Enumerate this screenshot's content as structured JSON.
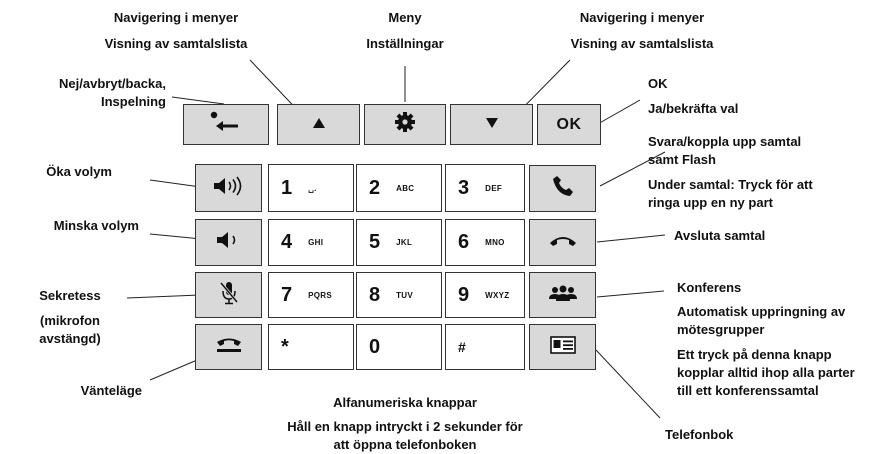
{
  "labels": {
    "nav_left_1": "Navigering i menyer",
    "nav_left_2": "Visning av samtalslista",
    "menu_1": "Meny",
    "menu_2": "Inställningar",
    "nav_right_1": "Navigering i menyer",
    "nav_right_2": "Visning av samtalslista",
    "back_1": "Nej/avbryt/backa,",
    "back_2": "Inspelning",
    "ok_1": "OK",
    "ok_2": "Ja/bekräfta val",
    "vol_up": "Öka volym",
    "vol_down": "Minska volym",
    "mute_1": "Sekretess",
    "mute_2": "(mikrofon",
    "mute_3": "avstängd)",
    "hold": "Vänteläge",
    "answer_1": "Svara/koppla upp samtal",
    "answer_2": "samt Flash",
    "answer_3": "Under samtal: Tryck för att",
    "answer_4": "ringa upp en ny part",
    "hangup": "Avsluta samtal",
    "conf_1": "Konferens",
    "conf_2": "Automatisk uppringning av",
    "conf_3": "mötesgrupper",
    "conf_4": "Ett tryck på denna knapp",
    "conf_5": "kopplar alltid ihop alla parter",
    "conf_6": "till ett konferenssamtal",
    "phonebook": "Telefonbok",
    "alpha_1": "Alfanumeriska knappar",
    "alpha_2": "Håll en knapp intryckt i 2 sekunder för",
    "alpha_3": "att öppna telefonboken"
  },
  "keys": {
    "ok": "OK",
    "k1": {
      "num": "1",
      "letters": "␣."
    },
    "k2": {
      "num": "2",
      "letters": "ABC"
    },
    "k3": {
      "num": "3",
      "letters": "DEF"
    },
    "k4": {
      "num": "4",
      "letters": "GHI"
    },
    "k5": {
      "num": "5",
      "letters": "JKL"
    },
    "k6": {
      "num": "6",
      "letters": "MNO"
    },
    "k7": {
      "num": "7",
      "letters": "PQRS"
    },
    "k8": {
      "num": "8",
      "letters": "TUV"
    },
    "k9": {
      "num": "9",
      "letters": "WXYZ"
    },
    "star": "*",
    "k0": "0",
    "hash": "#"
  },
  "icons": {
    "back": "back-arrow-icon",
    "up": "triangle-up-icon",
    "menu": "gear-icon",
    "down": "triangle-down-icon",
    "vol_up": "speaker-loud-icon",
    "vol_down": "speaker-quiet-icon",
    "mute": "mic-muted-icon",
    "hold": "handset-hold-icon",
    "answer": "handset-icon",
    "hangup": "hangup-icon",
    "conference": "group-icon",
    "phonebook": "contact-card-icon"
  },
  "colors": {
    "key_grey": "#d9d9d9",
    "key_white": "#ffffff",
    "ink": "#111111"
  }
}
